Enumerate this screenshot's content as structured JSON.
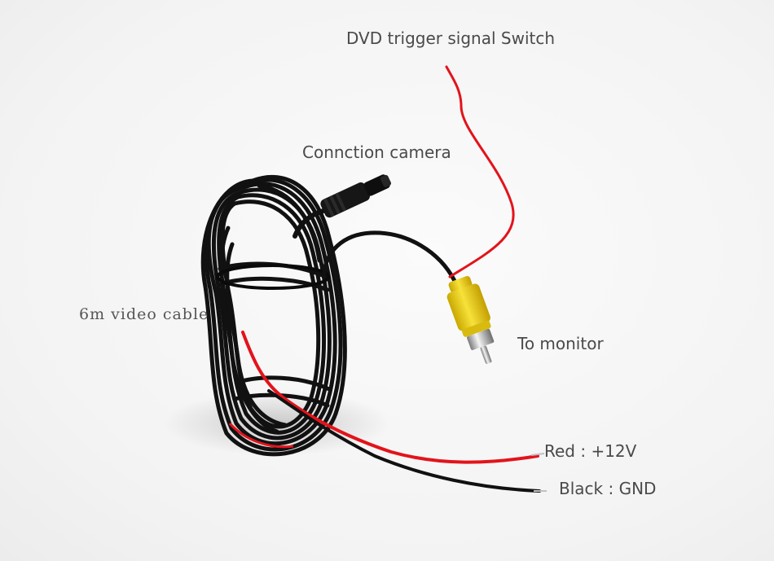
{
  "labels": {
    "dvd_trigger": "DVD trigger signal Switch",
    "connection_camera": "Conncti​on camera",
    "video_cable": "6m video cable",
    "to_monitor": "To monitor",
    "red_wire": "Red : +12V",
    "black_wire": "Black : GND"
  },
  "colors": {
    "background": "#f6f6f6",
    "cable": "#111111",
    "red_wire": "#e3131b",
    "rca_plug": "#f2d21a",
    "text": "#4a4a4a"
  }
}
